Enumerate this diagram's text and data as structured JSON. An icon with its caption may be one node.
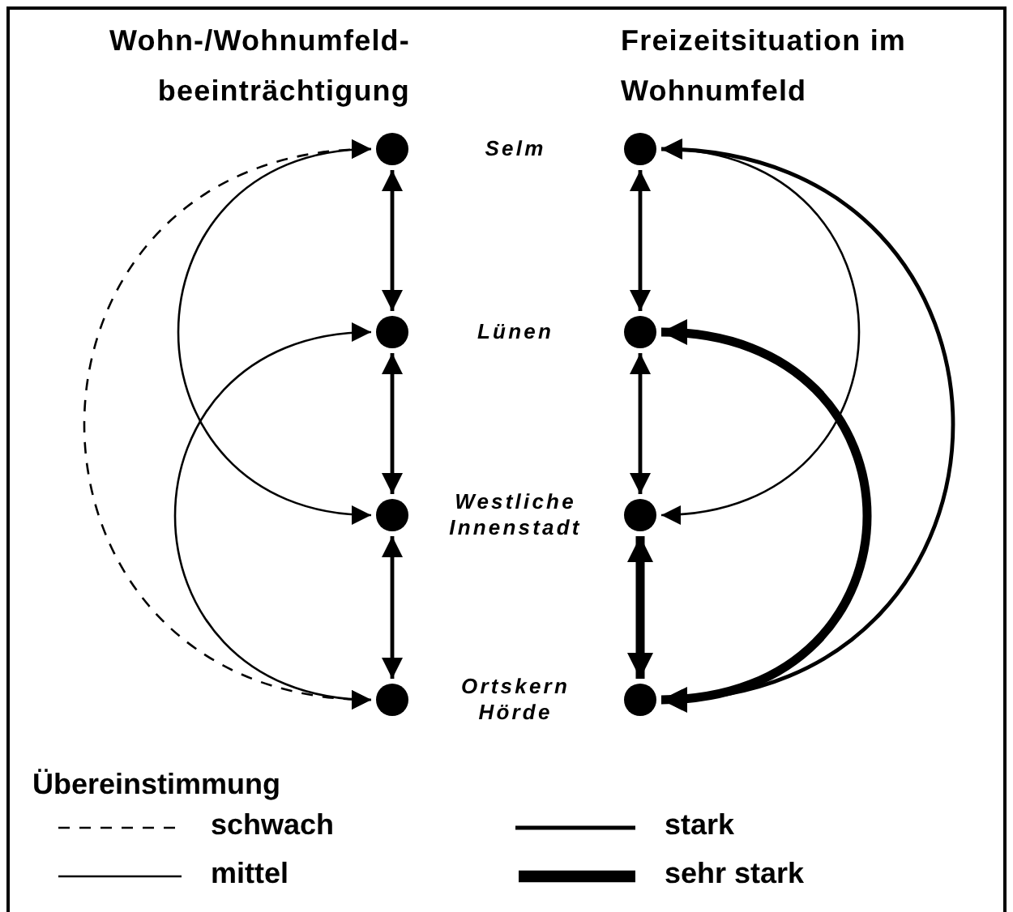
{
  "diagram": {
    "nodes": [
      {
        "text": [],
        "shape": "circle"
      },
      {
        "text": [],
        "shape": "circle"
      },
      {
        "text": [],
        "shape": "circle"
      },
      {
        "text": [],
        "shape": "circle"
      },
      {
        "text": [],
        "shape": "circle"
      },
      {
        "text": [],
        "shape": "circle"
      },
      {
        "text": [],
        "shape": "circle"
      },
      {
        "text": [],
        "shape": "circle"
      }
    ],
    "edges": [
      {
        "from": 0,
        "to": 1,
        "arrow": "both"
      },
      {
        "from": 1,
        "to": 2,
        "arrow": "both"
      },
      {
        "from": 2,
        "to": 3,
        "arrow": "both"
      },
      {
        "from": 0,
        "to": 3,
        "arrow": "both",
        "style": "dashed"
      },
      {
        "from": 0,
        "to": 2,
        "arrow": "both"
      },
      {
        "from": 1,
        "to": 3,
        "arrow": "both"
      },
      {
        "from": 4,
        "to": 5,
        "arrow": "both"
      },
      {
        "from": 5,
        "to": 6,
        "arrow": "both"
      },
      {
        "from": 6,
        "to": 7,
        "arrow": "both",
        "style": "thick"
      },
      {
        "from": 4,
        "to": 6,
        "arrow": "both"
      },
      {
        "from": 4,
        "to": 7,
        "arrow": "both"
      },
      {
        "from": 5,
        "to": 7,
        "arrow": "both",
        "style": "thick"
      }
    ],
    "labels": [
      "Wohn-/Wohnumfeld- beeinträchtigung",
      "Freizeitsituation im Wohnumfeld",
      "Selm",
      "Lünen",
      "Westliche Innenstadt",
      "Ortskern Hörde",
      "Übereinstimmung"
    ],
    "legend": [
      {
        "text": "schwach"
      },
      {
        "text": "mittel"
      },
      {
        "text": "stark"
      },
      {
        "text": "sehr stark"
      }
    ]
  }
}
